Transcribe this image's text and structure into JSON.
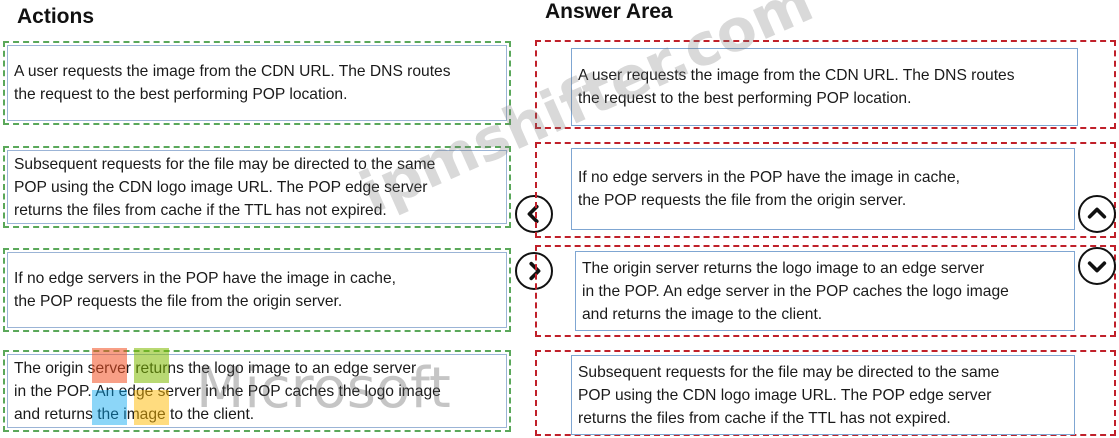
{
  "headings": {
    "actions": "Actions",
    "answer_area": "Answer Area"
  },
  "actions": [
    {
      "lines": [
        "A user requests the image from the CDN URL. The DNS routes",
        "the request to the best performing POP location."
      ]
    },
    {
      "lines": [
        "Subsequent requests for the file may be directed to the same",
        "POP using the CDN logo image URL. The POP edge server",
        "returns the files from cache if the TTL has not expired."
      ]
    },
    {
      "lines": [
        "If no edge servers in the POP have the image in cache,",
        "the POP requests the file from the origin server."
      ]
    },
    {
      "lines": [
        "The origin server returns the logo image to an edge server",
        "in the POP. An edge server in the POP caches the logo image",
        "and returns the image to the client."
      ]
    }
  ],
  "answers": [
    {
      "lines": [
        "A user requests the image from the CDN URL. The DNS routes",
        "the request to the best performing POP location."
      ]
    },
    {
      "lines": [
        "If no edge servers in the POP have the image in cache,",
        "the POP requests the file from the origin server."
      ]
    },
    {
      "lines": [
        "The origin server returns the logo image to an edge server",
        "in the POP. An edge server in the POP caches the logo image",
        "and returns the image to the client."
      ]
    },
    {
      "lines": [
        "Subsequent requests for the file may be directed to the same",
        "POP using the CDN logo image URL. The POP edge server",
        "returns the files from cache if the TTL has not expired."
      ]
    }
  ],
  "controls": {
    "move_left_icon": "chevron-left-icon",
    "move_right_icon": "chevron-right-icon",
    "move_up_icon": "chevron-up-icon",
    "move_down_icon": "chevron-down-icon"
  },
  "watermarks": {
    "site": "ipmshifter.com",
    "logo_text": "Microsoft"
  },
  "colors": {
    "action_border": "#5aa85a",
    "answer_border": "#c0202a",
    "inner_border": "#7fa6d2",
    "logo_red": "#f25022",
    "logo_green": "#7fba00",
    "logo_blue": "#00a4ef",
    "logo_yellow": "#ffb900"
  }
}
